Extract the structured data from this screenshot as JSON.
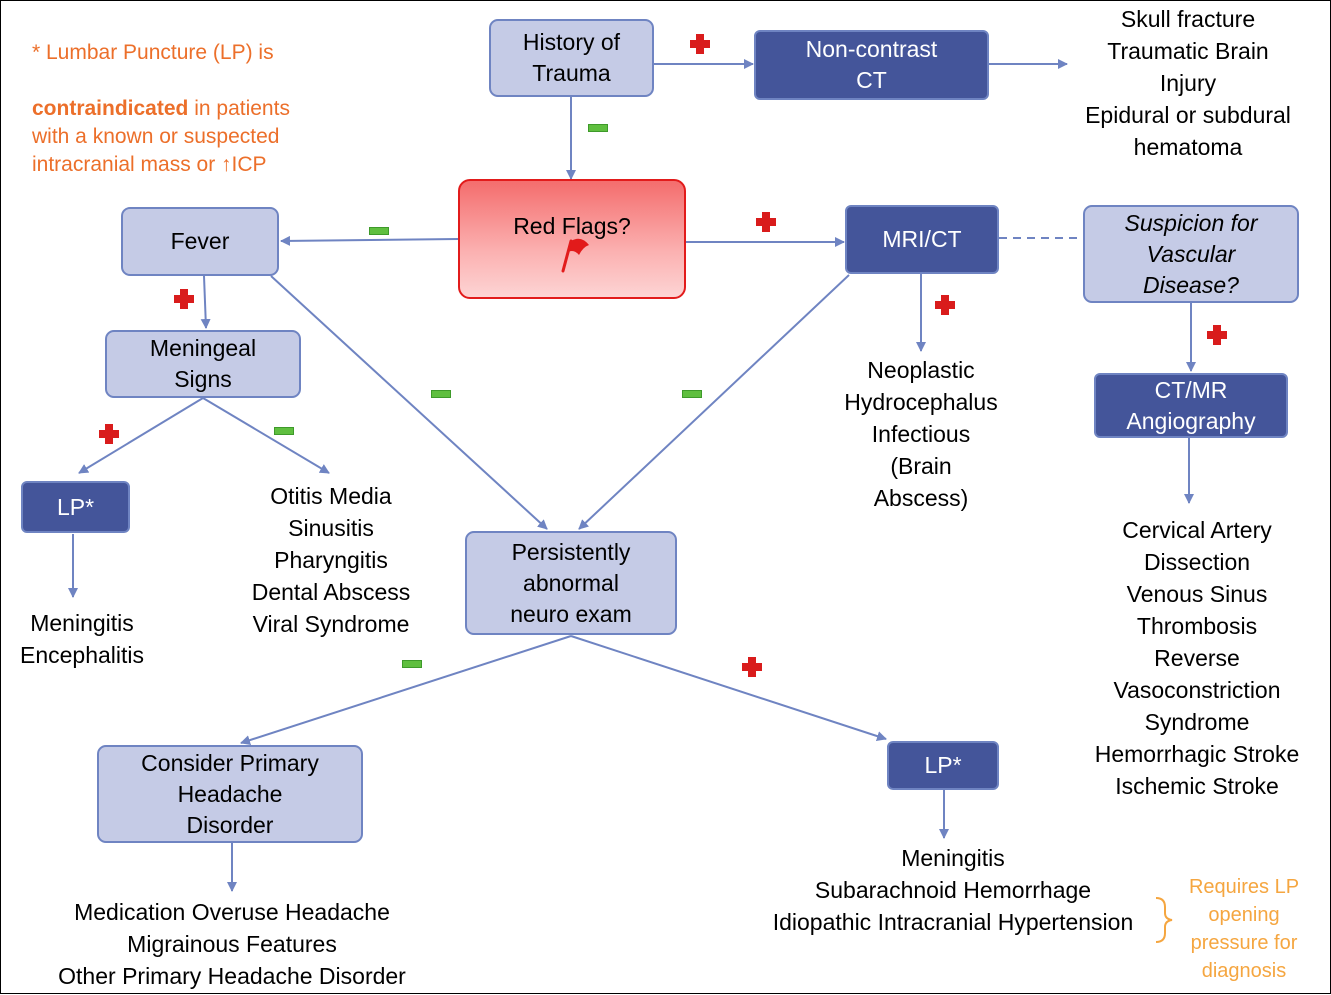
{
  "note": {
    "pre": "* Lumbar Puncture (LP) is",
    "bold": "contraindicated",
    "post": " in patients\nwith a known or suspected\nintracranial mass or ↑ICP"
  },
  "nodes": {
    "trauma": "History of\nTrauma",
    "noncontrast_ct": "Non-contrast\nCT",
    "red_flags": "Red Flags?",
    "fever": "Fever",
    "mri_ct": "MRI/CT",
    "vascular": "Suspicion for\nVascular\nDisease?",
    "meningeal": "Meningeal\nSigns",
    "lp_left": "LP*",
    "ct_mr_angio": "CT/MR\nAngiography",
    "persistent": "Persistently\nabnormal\nneuro exam",
    "primary": "Consider Primary\nHeadache\nDisorder",
    "lp_right": "LP*"
  },
  "outcomes": {
    "trauma": "Skull fracture\nTraumatic Brain\nInjury\nEpidural or subdural\nhematoma",
    "mri": "Neoplastic\nHydrocephalus\nInfectious\n(Brain\nAbscess)",
    "vascular": "Cervical Artery\nDissection\nVenous Sinus\nThrombosis\nReverse\nVasoconstriction\nSyndrome\nHemorrhagic Stroke\nIschemic Stroke",
    "meningeal_neg": "Otitis Media\nSinusitis\nPharyngitis\nDental Abscess\nViral Syndrome",
    "lp_left": "Meningitis\nEncephalitis",
    "primary": "Medication Overuse Headache\nMigrainous Features\nOther Primary Headache Disorder",
    "lp_right": "Meningitis\nSubarachnoid Hemorrhage\nIdiopathic Intracranial Hypertension"
  },
  "lp_note": "Requires LP\nopening\npressure for\ndiagnosis",
  "colors": {
    "accent_orange": "#ec6f2a",
    "note_orange": "#f5a640",
    "light_box": "#c5cbe6",
    "dark_box": "#44559a",
    "arrow": "#6f84c2",
    "plus": "#d91c1c",
    "minus": "#5fbf3f"
  },
  "icons": [
    "red-flag-icon",
    "plus-icon",
    "minus-icon"
  ]
}
